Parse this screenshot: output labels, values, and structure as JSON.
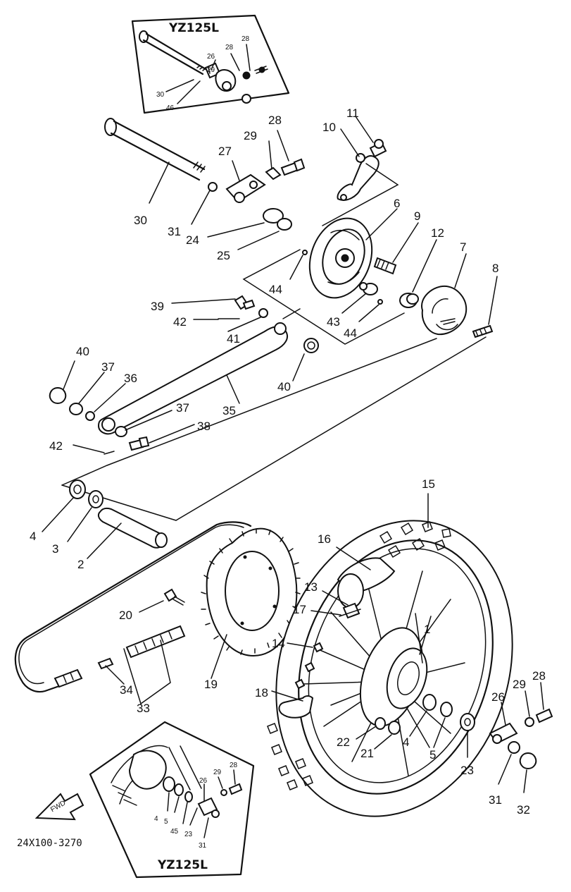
{
  "inset_top_title": "YZ125L",
  "inset_bottom_title": "YZ125L",
  "part_number_code": "24X100-3270",
  "fwd_label": "FWD",
  "inset_top_labels": [
    "28",
    "28",
    "26",
    "29",
    "30",
    "46"
  ],
  "inset_bottom_labels": [
    "29",
    "28",
    "26",
    "4",
    "5",
    "45",
    "23",
    "31"
  ],
  "callouts": [
    "1",
    "2",
    "3",
    "4",
    "4",
    "5",
    "6",
    "7",
    "8",
    "9",
    "10",
    "11",
    "12",
    "13",
    "14",
    "15",
    "16",
    "17",
    "18",
    "19",
    "20",
    "21",
    "22",
    "23",
    "24",
    "25",
    "26",
    "27",
    "28",
    "28",
    "29",
    "29",
    "30",
    "31",
    "31",
    "32",
    "33",
    "34",
    "35",
    "36",
    "37",
    "37",
    "38",
    "39",
    "40",
    "40",
    "41",
    "42",
    "42",
    "43",
    "44",
    "44"
  ]
}
